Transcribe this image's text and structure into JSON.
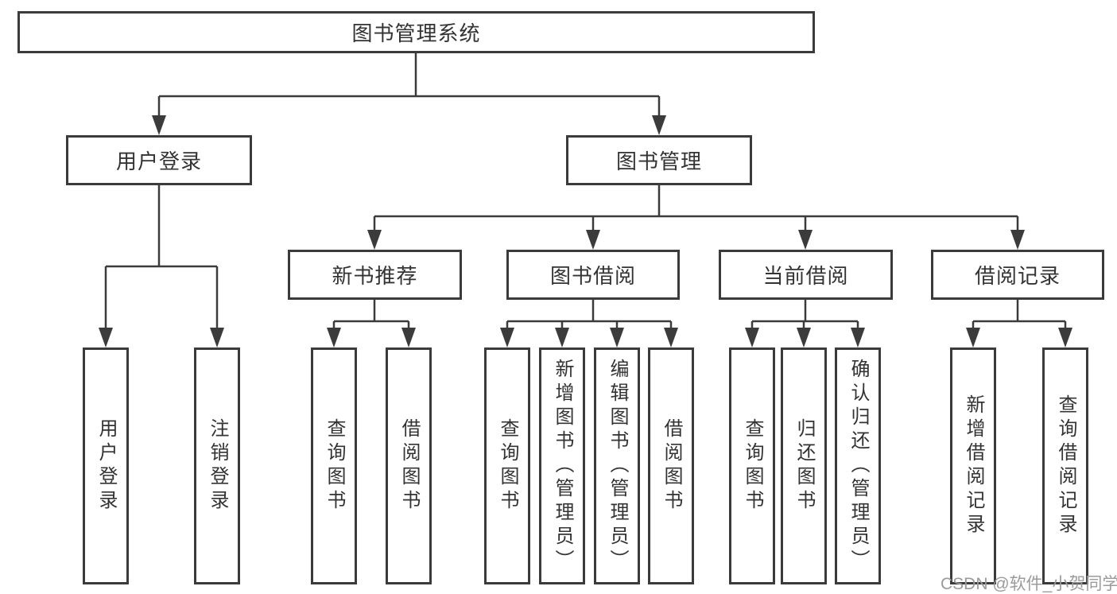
{
  "tree": {
    "root": {
      "label": "图书管理系统"
    },
    "level2": [
      {
        "label": "用户登录"
      },
      {
        "label": "图书管理"
      }
    ],
    "level3": [
      {
        "label": "新书推荐",
        "parent": "图书管理"
      },
      {
        "label": "图书借阅",
        "parent": "图书管理"
      },
      {
        "label": "当前借阅",
        "parent": "图书管理"
      },
      {
        "label": "借阅记录",
        "parent": "图书管理"
      }
    ],
    "leaves": [
      {
        "label": "用户登录",
        "parent": "用户登录"
      },
      {
        "label": "注销登录",
        "parent": "用户登录"
      },
      {
        "label": "查询图书",
        "parent": "新书推荐"
      },
      {
        "label": "借阅图书",
        "parent": "新书推荐"
      },
      {
        "label": "查询图书",
        "parent": "图书借阅"
      },
      {
        "label": "新增图书（管理员）",
        "parent": "图书借阅"
      },
      {
        "label": "编辑图书（管理员）",
        "parent": "图书借阅"
      },
      {
        "label": "借阅图书",
        "parent": "图书借阅"
      },
      {
        "label": "查询图书",
        "parent": "当前借阅"
      },
      {
        "label": "归还图书",
        "parent": "当前借阅"
      },
      {
        "label": "确认归还（管理员）",
        "parent": "当前借阅"
      },
      {
        "label": "新增借阅记录",
        "parent": "借阅记录"
      },
      {
        "label": "查询借阅记录",
        "parent": "借阅记录"
      }
    ]
  },
  "watermark": "CSDN @软件_小贺同学",
  "colors": {
    "line": "#3b3b3b",
    "box_border": "#3b3b3b",
    "box_fill": "#ffffff",
    "text": "#333333",
    "watermark": "#9b9b9b"
  }
}
